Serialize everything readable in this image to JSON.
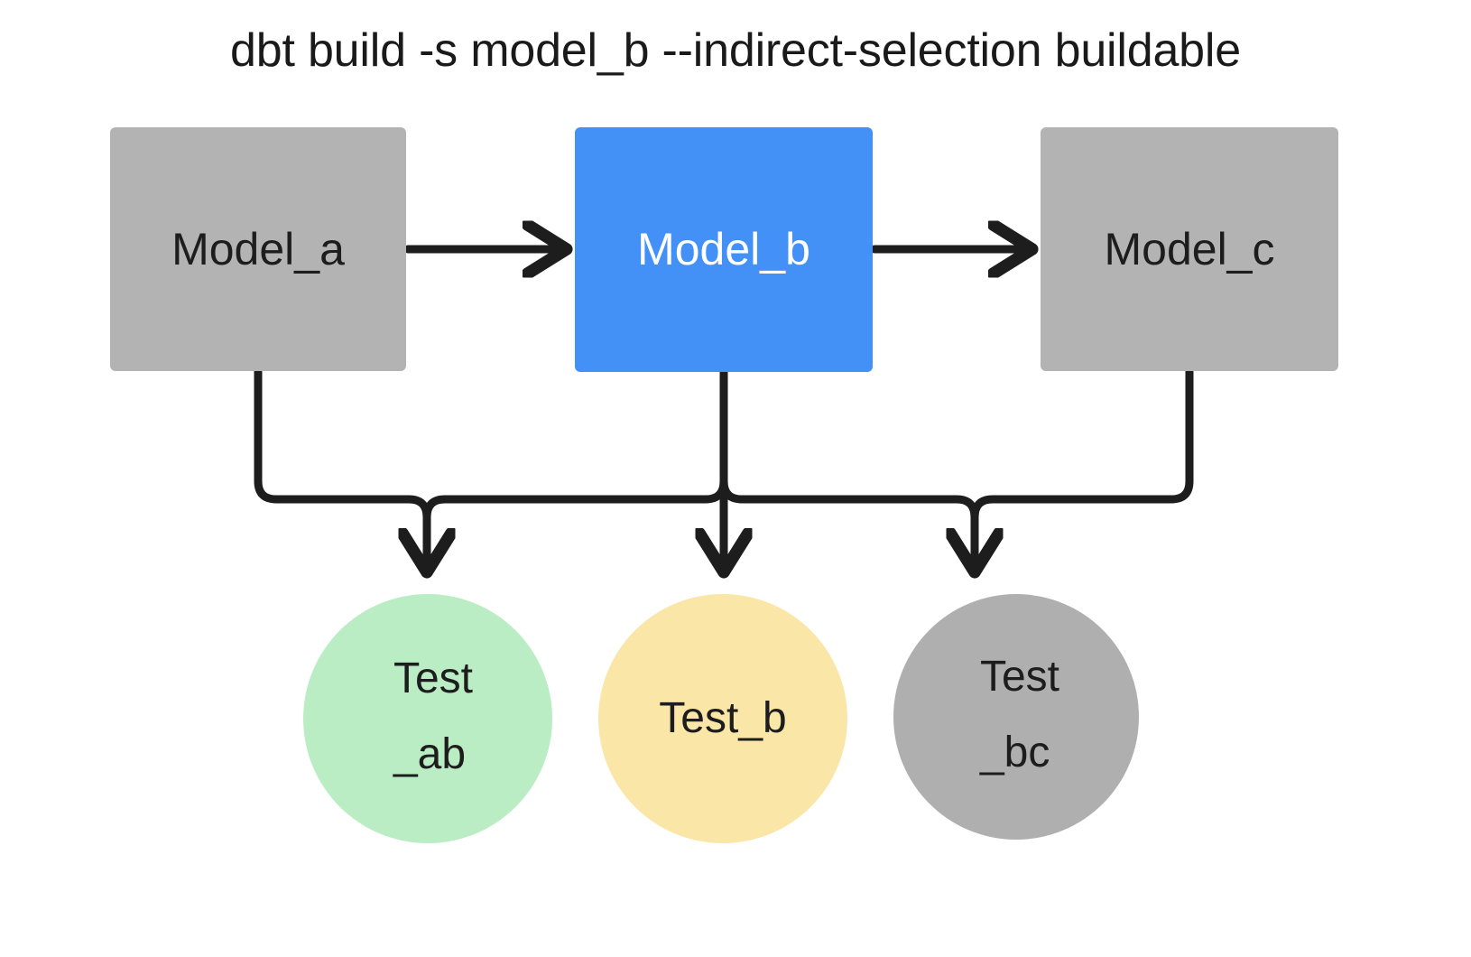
{
  "diagram": {
    "title": "dbt build -s model_b --indirect-selection buildable",
    "background": "#ffffff",
    "edge_color": "#1d1d1d",
    "nodes": {
      "model_a": {
        "label": "Model_a",
        "shape": "rectangle",
        "fill": "#b3b3b3",
        "text_color": "#1d1d1d",
        "state": "unselected"
      },
      "model_b": {
        "label": "Model_b",
        "shape": "rectangle",
        "fill": "#4390f7",
        "text_color": "#ffffff",
        "state": "selected"
      },
      "model_c": {
        "label": "Model_c",
        "shape": "rectangle",
        "fill": "#b3b3b3",
        "text_color": "#1d1d1d",
        "state": "unselected"
      },
      "test_ab": {
        "label": "Test\n_ab",
        "shape": "circle",
        "fill": "#bbedc4",
        "text_color": "#1d1d1d",
        "state": "will-run"
      },
      "test_b": {
        "label": "Test_b",
        "shape": "circle",
        "fill": "#fae7a8",
        "text_color": "#1d1d1d",
        "state": "maybe-run"
      },
      "test_bc": {
        "label": "Test\n_bc",
        "shape": "circle",
        "fill": "#afafaf",
        "text_color": "#1d1d1d",
        "state": "skipped"
      }
    },
    "edges": [
      {
        "from": "model_a",
        "to": "model_b",
        "style": "arrow-right"
      },
      {
        "from": "model_b",
        "to": "model_c",
        "style": "arrow-right"
      },
      {
        "from": "model_a",
        "to": "test_ab",
        "style": "elbow-down"
      },
      {
        "from": "model_b",
        "to": "test_ab",
        "style": "elbow-down"
      },
      {
        "from": "model_b",
        "to": "test_b",
        "style": "straight-down"
      },
      {
        "from": "model_b",
        "to": "test_bc",
        "style": "elbow-down"
      },
      {
        "from": "model_c",
        "to": "test_bc",
        "style": "elbow-down"
      }
    ]
  }
}
